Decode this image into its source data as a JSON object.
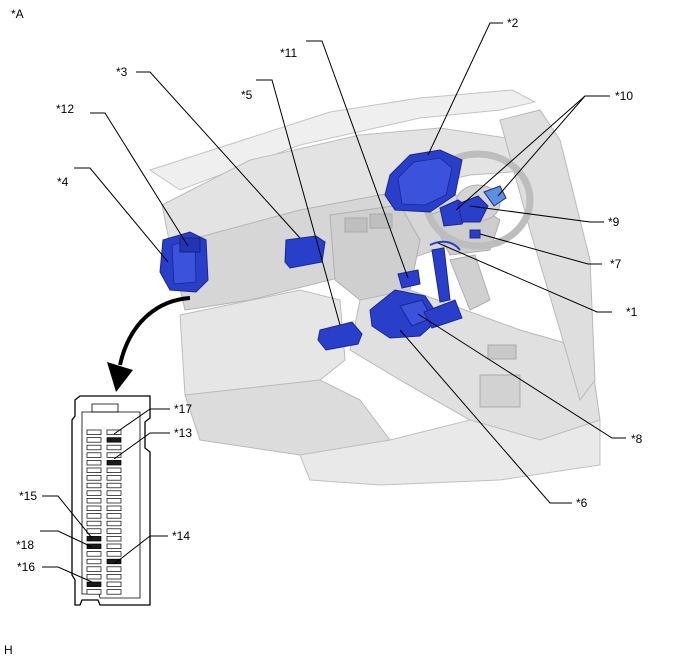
{
  "figure": {
    "view_label": "*A",
    "footer_code": "H"
  },
  "callouts": {
    "c1": "*1",
    "c2": "*2",
    "c3": "*3",
    "c4": "*4",
    "c5": "*5",
    "c6": "*6",
    "c7": "*7",
    "c8": "*8",
    "c9": "*9",
    "c10": "*10",
    "c11": "*11",
    "c12": "*12",
    "c13": "*13",
    "c14": "*14",
    "c15": "*15",
    "c16": "*16",
    "c17": "*17",
    "c18": "*18"
  },
  "colors": {
    "component_blue": "#2a3fc9",
    "component_dark": "#1a2790",
    "interior_gray": "#d9d9d9",
    "interior_light": "#ededed",
    "outline": "#b8b8b8"
  }
}
